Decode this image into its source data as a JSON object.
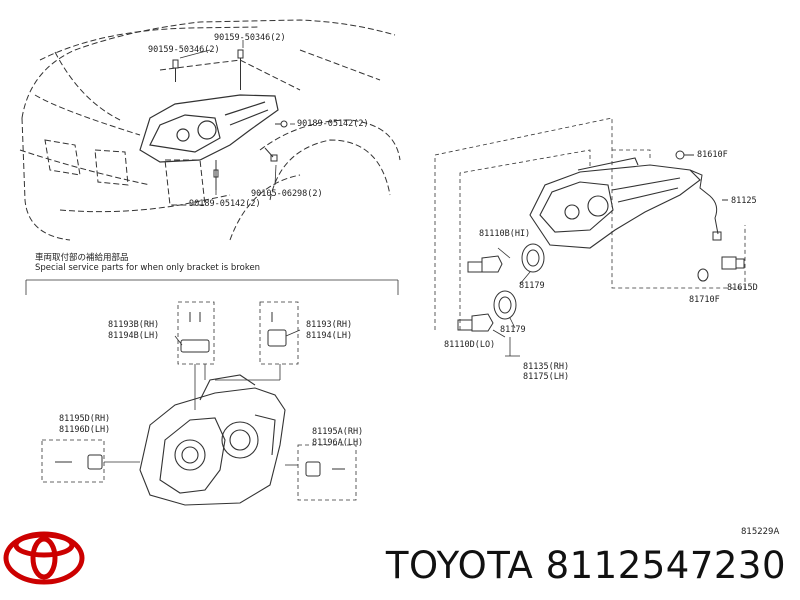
{
  "callouts": {
    "c1": "90159-50346(2)",
    "c2": "90159-50346(2)",
    "c3": "90189-05142(2)",
    "c4": "90105-06298(2)",
    "c5": "90189-05142(2)",
    "c6": "81610F",
    "c7": "81125",
    "c8": "81110B(HI)",
    "c9": "81179",
    "c10": "81179",
    "c11": "81110D(LO)",
    "c12a": "81135(RH)",
    "c12b": "81175(LH)",
    "c13": "81615D",
    "c14": "81710F",
    "c15a": "81193B(RH)",
    "c15b": "81194B(LH)",
    "c16a": "81193(RH)",
    "c16b": "81194(LH)",
    "c17a": "81195D(RH)",
    "c17b": "81196D(LH)",
    "c18a": "81195A(RH)",
    "c18b": "81196A(LH)"
  },
  "service_note": {
    "jp": "車両取付部の補給用部品",
    "en": "Special service parts for when only bracket is broken"
  },
  "figure_id": "815229A",
  "brand": "TOYOTA",
  "part_number": "8112547230"
}
